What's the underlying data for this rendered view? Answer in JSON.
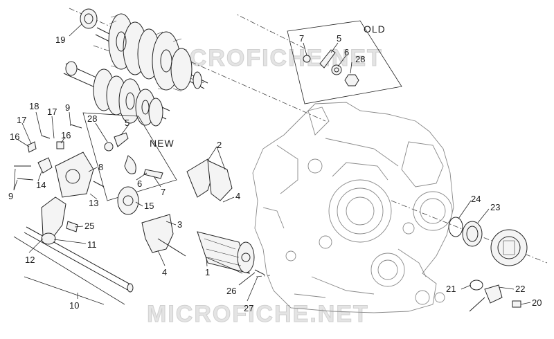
{
  "watermarks": [
    "MICROFICHE.NET",
    "MICROFICHE.NET"
  ],
  "group_labels": {
    "old": "OLD",
    "new": "NEW"
  },
  "callouts": [
    {
      "id": "c19",
      "text": "19"
    },
    {
      "id": "c7",
      "text": "7"
    },
    {
      "id": "c5a",
      "text": "5"
    },
    {
      "id": "c6a",
      "text": "6"
    },
    {
      "id": "c28a",
      "text": "28"
    },
    {
      "id": "c18",
      "text": "18"
    },
    {
      "id": "c17a",
      "text": "17"
    },
    {
      "id": "c17b",
      "text": "17"
    },
    {
      "id": "c9a",
      "text": "9"
    },
    {
      "id": "c16a",
      "text": "16"
    },
    {
      "id": "c16b",
      "text": "16"
    },
    {
      "id": "c28b",
      "text": "28"
    },
    {
      "id": "c5b",
      "text": "5"
    },
    {
      "id": "c2",
      "text": "2"
    },
    {
      "id": "c8",
      "text": "8"
    },
    {
      "id": "c14",
      "text": "14"
    },
    {
      "id": "c9b",
      "text": "9"
    },
    {
      "id": "c6b",
      "text": "6"
    },
    {
      "id": "c7b",
      "text": "7"
    },
    {
      "id": "c13",
      "text": "13"
    },
    {
      "id": "c15",
      "text": "15"
    },
    {
      "id": "c4a",
      "text": "4"
    },
    {
      "id": "c24",
      "text": "24"
    },
    {
      "id": "c23",
      "text": "23"
    },
    {
      "id": "c3",
      "text": "3"
    },
    {
      "id": "c25",
      "text": "25"
    },
    {
      "id": "c11",
      "text": "11"
    },
    {
      "id": "c12",
      "text": "12"
    },
    {
      "id": "c4b",
      "text": "4"
    },
    {
      "id": "c1",
      "text": "1"
    },
    {
      "id": "c26",
      "text": "26"
    },
    {
      "id": "c21",
      "text": "21"
    },
    {
      "id": "c22",
      "text": "22"
    },
    {
      "id": "c20",
      "text": "20"
    },
    {
      "id": "c10",
      "text": "10"
    },
    {
      "id": "c27",
      "text": "27"
    }
  ]
}
